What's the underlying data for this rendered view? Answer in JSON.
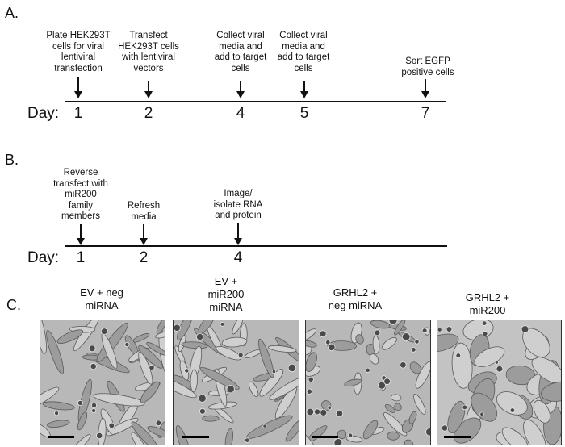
{
  "panelA": {
    "label": "A.",
    "day_label": "Day:",
    "days": [
      "1",
      "2",
      "4",
      "5",
      "7"
    ],
    "steps": [
      [
        "Plate HEK293T",
        "cells for viral",
        "lentiviral",
        "transfection"
      ],
      [
        "Transfect",
        "HEK293T cells",
        "with lentiviral",
        "vectors"
      ],
      [
        "Collect viral",
        "media and",
        "add to target",
        "cells"
      ],
      [
        "Collect viral",
        "media and",
        "add to target",
        "cells"
      ],
      [
        "Sort EGFP",
        "positive cells"
      ]
    ]
  },
  "panelB": {
    "label": "B.",
    "day_label": "Day:",
    "days": [
      "1",
      "2",
      "4"
    ],
    "steps": [
      [
        "Reverse",
        "transfect with",
        "miR200",
        "family",
        "members"
      ],
      [
        "Refresh",
        "media"
      ],
      [
        "Image/",
        "isolate RNA",
        "and protein"
      ]
    ]
  },
  "panelC": {
    "label": "C.",
    "conditions": [
      [
        "EV + neg",
        "miRNA"
      ],
      [
        "EV +",
        "miR200",
        "miRNA"
      ],
      [
        "GRHL2 +",
        "neg miRNA"
      ],
      [
        "GRHL2 +",
        "miR200"
      ]
    ]
  }
}
